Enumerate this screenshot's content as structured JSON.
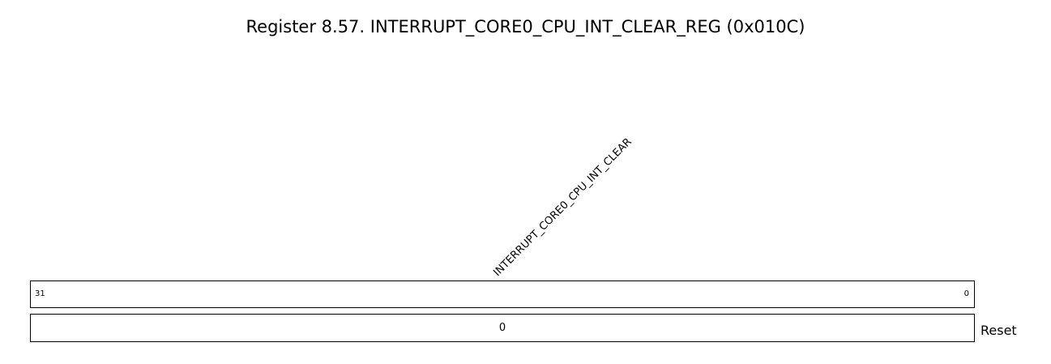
{
  "register": {
    "caption": "Register 8.57. INTERRUPT_CORE0_CPU_INT_CLEAR_REG (0x010C)"
  },
  "field": {
    "name": "INTERRUPT_CORE0_CPU_INT_CLEAR"
  },
  "bits": {
    "high": "31",
    "low": "0"
  },
  "reset": {
    "value": "0",
    "label": "Reset"
  }
}
